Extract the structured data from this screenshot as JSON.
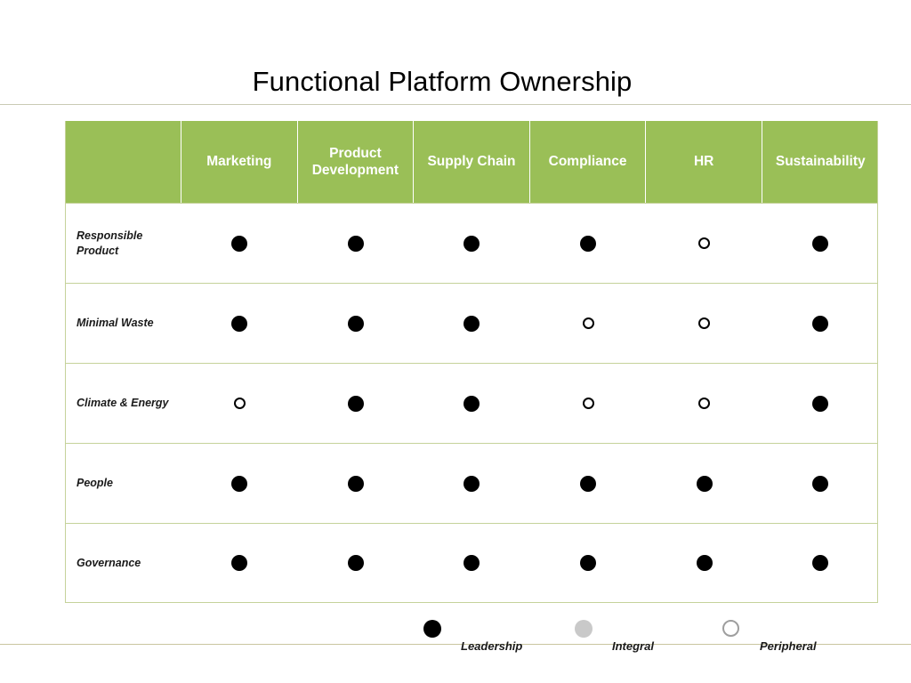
{
  "title": "Functional Platform Ownership",
  "matrix": {
    "corner_label": "",
    "columns": [
      "Marketing",
      "Product Development",
      "Supply Chain",
      "Compliance",
      "HR",
      "Sustainability"
    ],
    "rows": [
      {
        "label": "Responsible Product",
        "values": [
          "filled",
          "filled",
          "filled",
          "filled",
          "hollow",
          "filled"
        ]
      },
      {
        "label": "Minimal Waste",
        "values": [
          "filled",
          "filled",
          "filled",
          "hollow",
          "hollow",
          "filled"
        ]
      },
      {
        "label": "Climate & Energy",
        "values": [
          "hollow",
          "filled",
          "filled",
          "hollow",
          "hollow",
          "filled"
        ]
      },
      {
        "label": "People",
        "values": [
          "filled",
          "filled",
          "filled",
          "filled",
          "filled",
          "filled"
        ]
      },
      {
        "label": "Governance",
        "values": [
          "filled",
          "filled",
          "filled",
          "filled",
          "filled",
          "filled"
        ]
      }
    ]
  },
  "legend": [
    {
      "marker": "filled",
      "label": "Leadership"
    },
    {
      "marker": "half",
      "label": "Integral"
    },
    {
      "marker": "hollow",
      "label": "Peripheral"
    }
  ],
  "colors": {
    "header_green": "#9ABF57",
    "grid_green": "#c5d29a",
    "rule_top": "#c9cbb4",
    "rule_bottom": "#c9c6a0",
    "marker_filled": "#000000",
    "marker_half": "#c9c9c9",
    "marker_hollow_border": "#9e9e9e"
  }
}
